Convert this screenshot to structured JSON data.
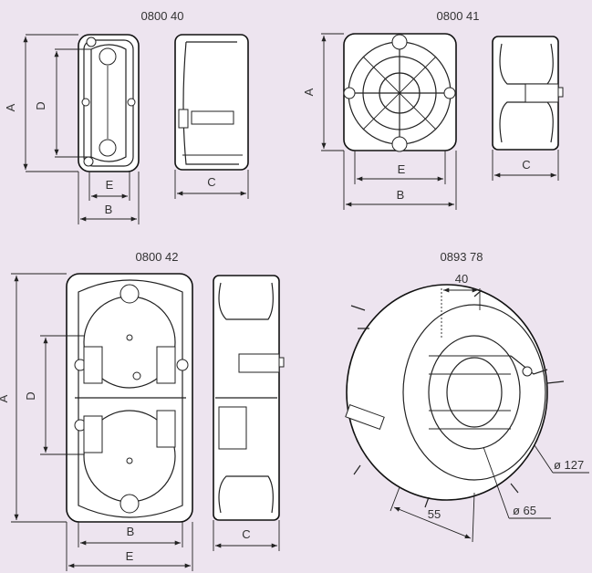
{
  "products": [
    {
      "code": "0800 40",
      "dims": {
        "a": "A",
        "d": "D",
        "e": "E",
        "b": "B",
        "c": "C"
      }
    },
    {
      "code": "0800 41",
      "dims": {
        "a": "A",
        "e": "E",
        "b": "B",
        "c": "C"
      }
    },
    {
      "code": "0800 42",
      "dims": {
        "a": "A",
        "d": "D",
        "b": "B",
        "e": "E",
        "c": "C"
      }
    },
    {
      "code": "0893 78",
      "dims": {
        "w40": "40",
        "d127": "ø 127",
        "d65": "ø 65",
        "w55": "55"
      }
    }
  ],
  "colors": {
    "background": "#ede4ef",
    "line": "#222222",
    "fill": "#ffffff"
  }
}
